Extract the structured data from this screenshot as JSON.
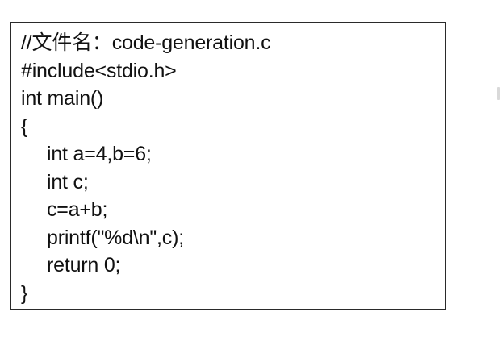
{
  "code": {
    "lines": [
      {
        "text": "//文件名：code-generation.c",
        "indent": false
      },
      {
        "text": "#include<stdio.h>",
        "indent": false
      },
      {
        "text": "int main()",
        "indent": false
      },
      {
        "text": "{",
        "indent": false
      },
      {
        "text": "int a=4,b=6;",
        "indent": true
      },
      {
        "text": "int c;",
        "indent": true
      },
      {
        "text": "c=a+b;",
        "indent": true
      },
      {
        "text": "printf(\"%d\\n\",c);",
        "indent": true
      },
      {
        "text": "return 0;",
        "indent": true
      },
      {
        "text": "}",
        "indent": false
      }
    ]
  }
}
